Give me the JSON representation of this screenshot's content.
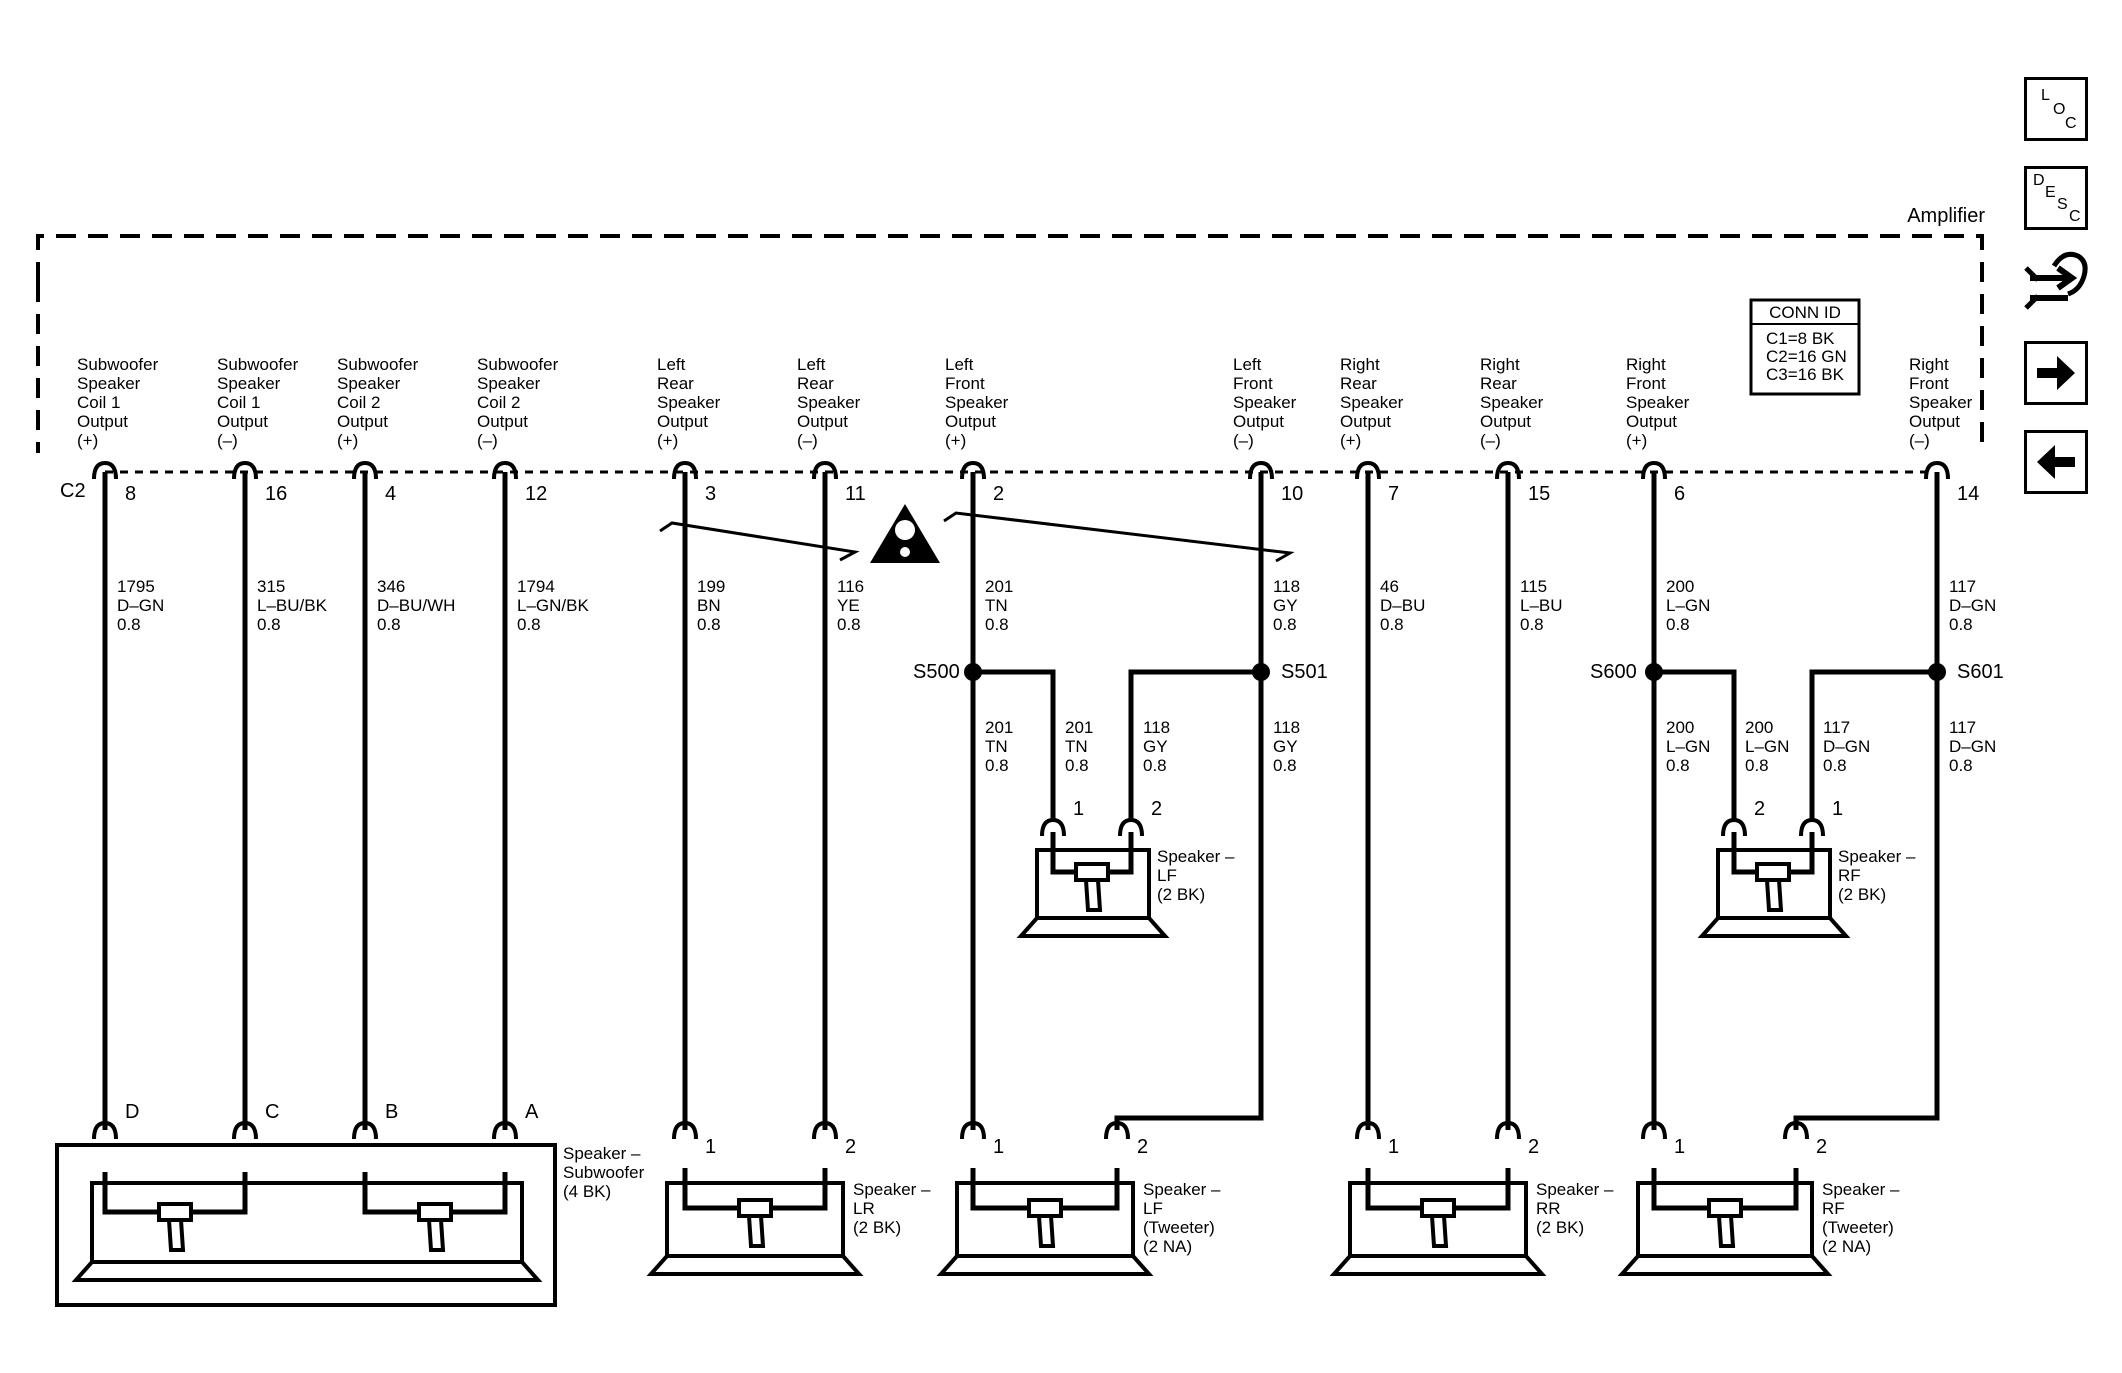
{
  "amplifier": {
    "label": "Amplifier",
    "conn_id": {
      "title": "CONN ID",
      "lines": [
        "C1=8 BK",
        "C2=16 GN",
        "C3=16 BK"
      ]
    },
    "connector": "C2"
  },
  "outputs": [
    {
      "lines": [
        "Subwoofer",
        "Speaker",
        "Coil 1",
        "Output",
        "(+)"
      ],
      "pin": "8",
      "wire": [
        "1795",
        "D–GN",
        "0.8"
      ],
      "dest_pin": "D"
    },
    {
      "lines": [
        "Subwoofer",
        "Speaker",
        "Coil 1",
        "Output",
        "(–)"
      ],
      "pin": "16",
      "wire": [
        "315",
        "L–BU/BK",
        "0.8"
      ],
      "dest_pin": "C"
    },
    {
      "lines": [
        "Subwoofer",
        "Speaker",
        "Coil 2",
        "Output",
        "(+)"
      ],
      "pin": "4",
      "wire": [
        "346",
        "D–BU/WH",
        "0.8"
      ],
      "dest_pin": "B"
    },
    {
      "lines": [
        "Subwoofer",
        "Speaker",
        "Coil 2",
        "Output",
        "(–)"
      ],
      "pin": "12",
      "wire": [
        "1794",
        "L–GN/BK",
        "0.8"
      ],
      "dest_pin": "A"
    },
    {
      "lines": [
        "Left",
        "Rear",
        "Speaker",
        "Output",
        "(+)"
      ],
      "pin": "3",
      "wire": [
        "199",
        "BN",
        "0.8"
      ],
      "dest_pin": "1"
    },
    {
      "lines": [
        "Left",
        "Rear",
        "Speaker",
        "Output",
        "(–)"
      ],
      "pin": "11",
      "wire": [
        "116",
        "YE",
        "0.8"
      ],
      "dest_pin": "2"
    },
    {
      "lines": [
        "Left",
        "Front",
        "Speaker",
        "Output",
        "(+)"
      ],
      "pin": "2",
      "wire": [
        "201",
        "TN",
        "0.8"
      ],
      "dest_pin": "1"
    },
    {
      "lines": [
        "Left",
        "Front",
        "Speaker",
        "Output",
        "(–)"
      ],
      "pin": "10",
      "wire": [
        "118",
        "GY",
        "0.8"
      ],
      "dest_pin": "2"
    },
    {
      "lines": [
        "Right",
        "Rear",
        "Speaker",
        "Output",
        "(+)"
      ],
      "pin": "7",
      "wire": [
        "46",
        "D–BU",
        "0.8"
      ],
      "dest_pin": "1"
    },
    {
      "lines": [
        "Right",
        "Rear",
        "Speaker",
        "Output",
        "(–)"
      ],
      "pin": "15",
      "wire": [
        "115",
        "L–BU",
        "0.8"
      ],
      "dest_pin": "2"
    },
    {
      "lines": [
        "Right",
        "Front",
        "Speaker",
        "Output",
        "(+)"
      ],
      "pin": "6",
      "wire": [
        "200",
        "L–GN",
        "0.8"
      ],
      "dest_pin": "1"
    },
    {
      "lines": [
        "Right",
        "Front",
        "Speaker",
        "Output",
        "(–)"
      ],
      "pin": "14",
      "wire": [
        "117",
        "D–GN",
        "0.8"
      ],
      "dest_pin": "2"
    }
  ],
  "splices": [
    {
      "label": "S500",
      "wire_a": [
        "201",
        "TN",
        "0.8"
      ],
      "wire_b": [
        "201",
        "TN",
        "0.8"
      ],
      "pin": "1"
    },
    {
      "label": "S501",
      "wire_a": [
        "118",
        "GY",
        "0.8"
      ],
      "wire_b": [
        "118",
        "GY",
        "0.8"
      ],
      "pin": "2"
    },
    {
      "label": "S600",
      "wire_a": [
        "200",
        "L–GN",
        "0.8"
      ],
      "wire_b": [
        "200",
        "L–GN",
        "0.8"
      ],
      "pin": "2"
    },
    {
      "label": "S601",
      "wire_a": [
        "117",
        "D–GN",
        "0.8"
      ],
      "wire_b": [
        "117",
        "D–GN",
        "0.8"
      ],
      "pin": "1"
    }
  ],
  "speakers": {
    "subwoofer": [
      "Speaker –",
      "Subwoofer",
      "(4 BK)"
    ],
    "lr": [
      "Speaker –",
      "LR",
      "(2 BK)"
    ],
    "lf_tweeter": [
      "Speaker –",
      "LF",
      "(Tweeter)",
      "(2 NA)"
    ],
    "rr": [
      "Speaker –",
      "RR",
      "(2 BK)"
    ],
    "rf_tweeter": [
      "Speaker –",
      "RF",
      "(Tweeter)",
      "(2 NA)"
    ],
    "lf": [
      "Speaker –",
      "LF",
      "(2 BK)"
    ],
    "rf": [
      "Speaker –",
      "RF",
      "(2 BK)"
    ]
  },
  "nav": {
    "loc": [
      "L",
      "O",
      "C"
    ],
    "desc": [
      "D",
      "E",
      "S",
      "C"
    ],
    "icons": [
      "harness-icon",
      "arrow-right-icon",
      "arrow-left-icon"
    ]
  }
}
